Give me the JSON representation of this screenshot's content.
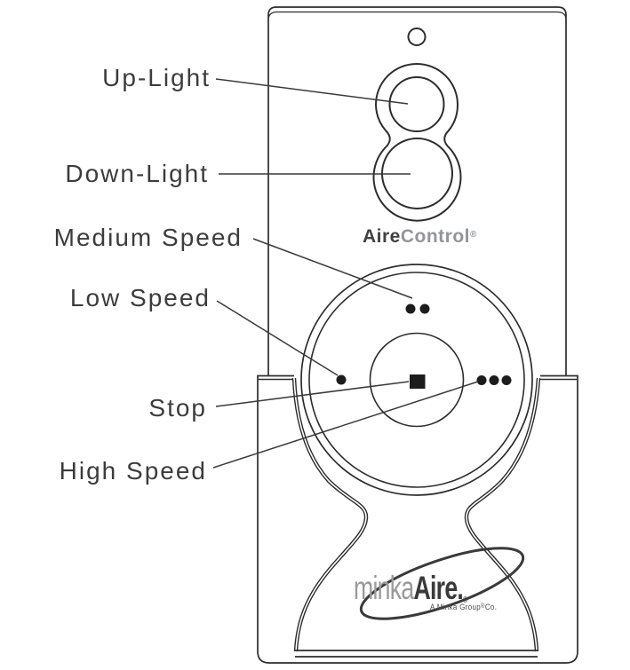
{
  "callouts": {
    "up_light": "Up-Light",
    "down_light": "Down-Light",
    "medium_speed": "Medium Speed",
    "low_speed": "Low Speed",
    "stop": "Stop",
    "high_speed": "High Speed"
  },
  "remote": {
    "brand": {
      "primary": "Aire",
      "secondary": "Control",
      "registered": "®"
    },
    "logo": {
      "gray_part": "minka",
      "dark_part": "Aire",
      "period": ".",
      "registered": "®"
    },
    "tagline": {
      "pre": "A Minka Group",
      "registered": "®",
      "post": "Co."
    },
    "buttons": {
      "up_light": {
        "shape": "circle"
      },
      "down_light": {
        "shape": "circle"
      },
      "medium_speed": {
        "dots": 2
      },
      "low_speed": {
        "dots": 1
      },
      "high_speed": {
        "dots": 3
      },
      "stop": {
        "shape": "filled-square"
      }
    }
  },
  "colors": {
    "outline": "#2d2d2d",
    "leader_line": "#3a3a3a",
    "label_text": "#3c3c3c",
    "button_fill": "#1c1c1c",
    "brand_dark": "#414042",
    "brand_gray": "#939598",
    "logo_gray": "#9a9a9a"
  }
}
